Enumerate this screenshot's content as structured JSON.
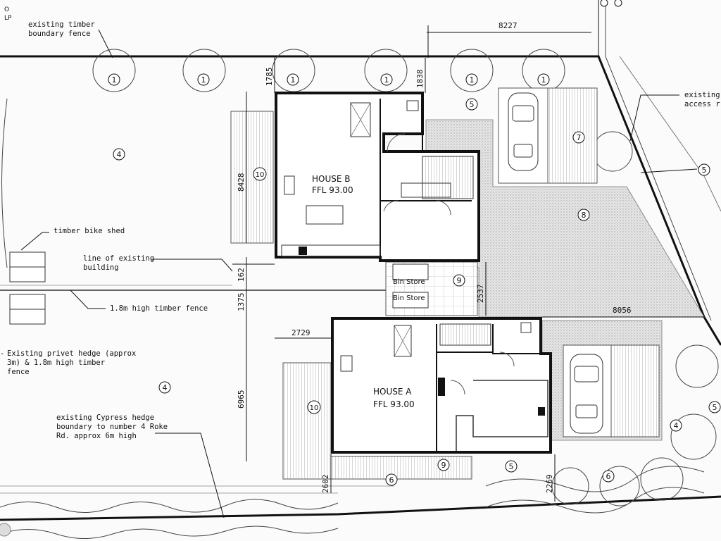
{
  "notes": {
    "timber_fence": [
      "existing timber",
      "boundary fence"
    ],
    "access_road": [
      "existing t",
      "access r"
    ],
    "bike_shed": "timber bike shed",
    "existing_building": [
      "line of existing",
      "building"
    ],
    "high_fence": "1.8m high timber fence",
    "privet": [
      "Existing privet hedge (approx",
      "3m) & 1.8m high timber",
      "fence"
    ],
    "cypress": [
      "existing Cypress hedge",
      "boundary to number 4 Roke",
      "Rd. approx 6m high"
    ]
  },
  "houses": {
    "b": {
      "name": "HOUSE B",
      "ffl": "FFL  93.00"
    },
    "a": {
      "name": "HOUSE A",
      "ffl": "FFL  93.00"
    }
  },
  "bin_store": [
    "Bin Store",
    "Bin Store"
  ],
  "dimensions": {
    "top_width": "8227",
    "b_north_gap": "1785",
    "b_north_gap2": "1838",
    "b_depth": "8428",
    "gap_162": "162",
    "gap_1375": "1375",
    "gap_2537": "2537",
    "gap_8056": "8056",
    "a_offset": "2729",
    "a_depth": "6965",
    "a_south": "2602",
    "a_south2": "2269"
  },
  "corner_label": [
    "O",
    "LP"
  ],
  "markers": {
    "m1": "1",
    "m4": "4",
    "m5": "5",
    "m6": "6",
    "m7": "7",
    "m8": "8",
    "m9": "9",
    "m10": "10"
  }
}
